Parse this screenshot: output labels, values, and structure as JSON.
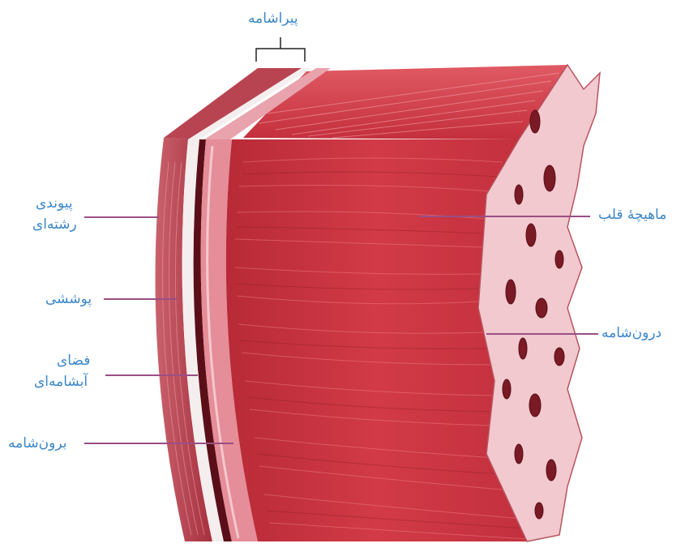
{
  "labels": {
    "pericardium": "پیراشامه",
    "fibrous_line1": "پیوندی",
    "fibrous_line2": "رشته‌ای",
    "serous": "پوششی",
    "cavity_line1": "فضای",
    "cavity_line2": "آبشامه‌ای",
    "epicardium": "برون‌شامه",
    "myocardium": "ماهیچهٔ قلب",
    "endocardium": "درون‌شامه"
  },
  "colors": {
    "label_text": "#3a86c8",
    "leader_line": "#9b4e86",
    "muscle": "#c8323f",
    "muscle_light": "#e06a72",
    "muscle_dark": "#8e1d2a",
    "membrane_white": "#f4ecec",
    "endocardium_pink": "#f1c9cf"
  }
}
